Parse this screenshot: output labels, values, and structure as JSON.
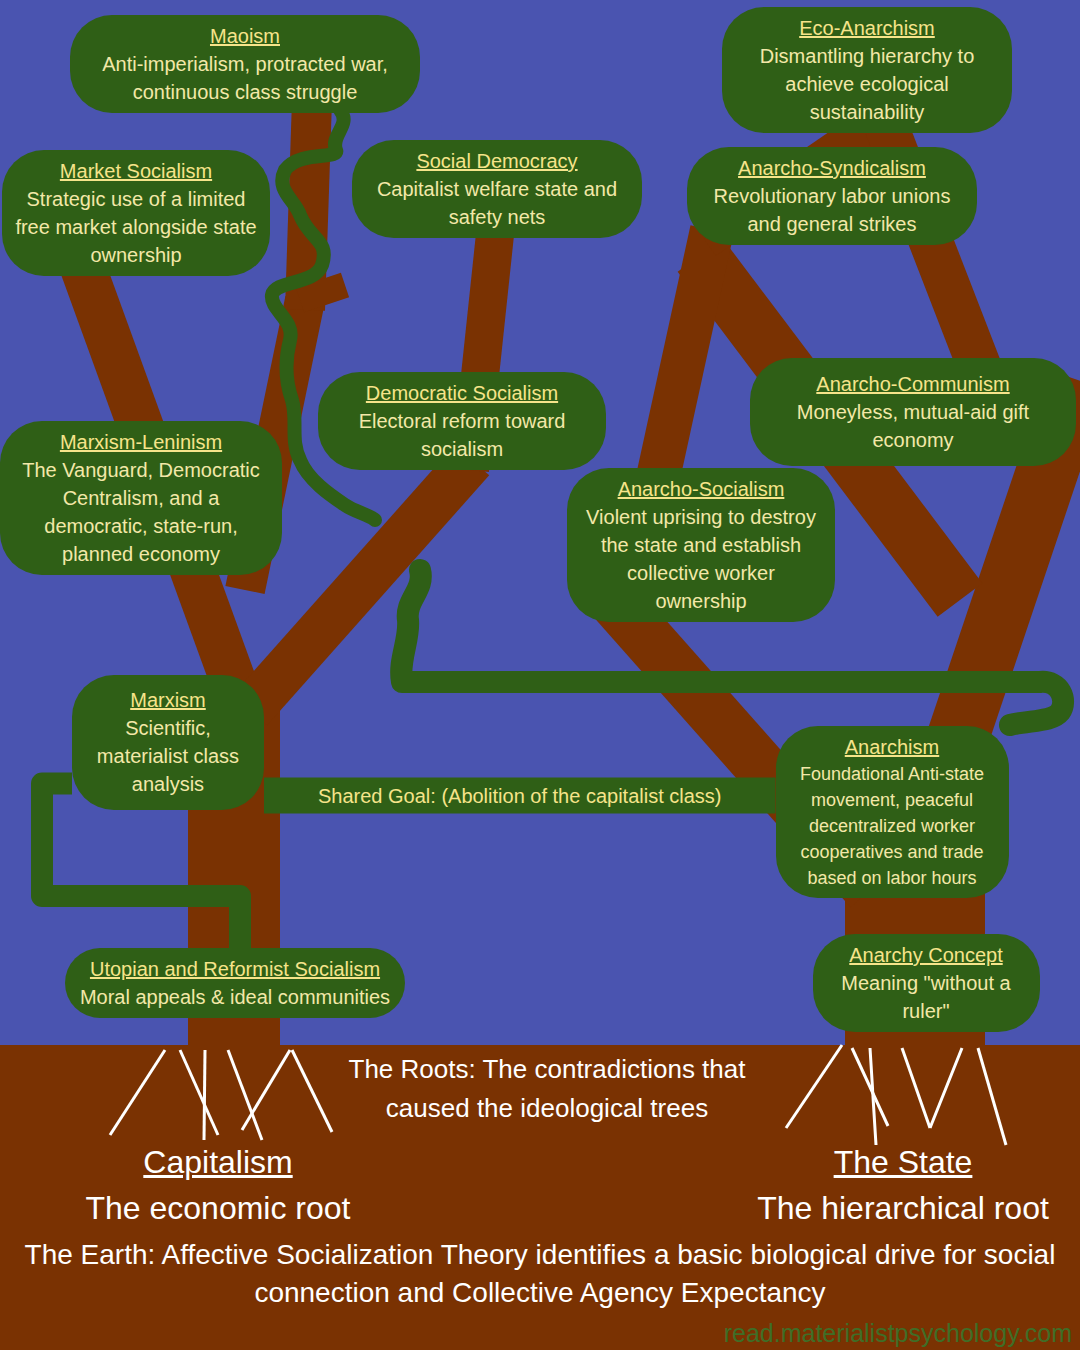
{
  "diagram": {
    "nodes": [
      {
        "text": [
          "Maoism",
          "Anti-imperialism, protracted war, continuous class struggle"
        ]
      },
      {
        "text": [
          "Eco-Anarchism",
          "Dismantling hierarchy to achieve ecological sustainability"
        ]
      },
      {
        "text": [
          "Market Socialism",
          "Strategic use of a limited free market alongside state ownership"
        ]
      },
      {
        "text": [
          "Social Democracy",
          "Capitalist welfare state and safety nets"
        ]
      },
      {
        "text": [
          "Anarcho-Syndicalism",
          "Revolutionary labor unions and general strikes"
        ]
      },
      {
        "text": [
          "Anarcho-Communism",
          "Moneyless, mutual-aid gift economy"
        ]
      },
      {
        "text": [
          "Democratic Socialism",
          "Electoral reform toward socialism"
        ]
      },
      {
        "text": [
          "Marxism-Leninism",
          "The Vanguard, Democratic Centralism, and a democratic, state-run, planned economy"
        ]
      },
      {
        "text": [
          "Anarcho-Socialism",
          "Violent uprising to destroy the state and establish collective worker ownership"
        ]
      },
      {
        "text": [
          "Marxism",
          "Scientific, materialist class analysis"
        ]
      },
      {
        "text": [
          "Anarchism",
          "Foundational Anti-state movement, peaceful decentralized worker cooperatives and trade based on labor hours"
        ]
      },
      {
        "text": [
          "Utopian and Reformist Socialism",
          "Moral appeals & ideal communities"
        ]
      },
      {
        "text": [
          "Anarchy Concept",
          "Meaning \"without a ruler\""
        ]
      }
    ],
    "edges": [
      {
        "from": 9,
        "to": 11,
        "arrow": "none"
      },
      {
        "from": 9,
        "to": 10,
        "label": "Shared Goal: (Abolition of the capitalist class)",
        "arrow": "none"
      }
    ],
    "labels": [
      "The Roots: The contradictions that caused the ideological trees",
      "Capitalism",
      "The economic root",
      "The State",
      "The hierarchical root",
      "The Earth: Affective Socialization Theory identifies a basic biological drive for social connection and Collective Agency Expectancy",
      "read.materialistpsychology.com"
    ]
  }
}
